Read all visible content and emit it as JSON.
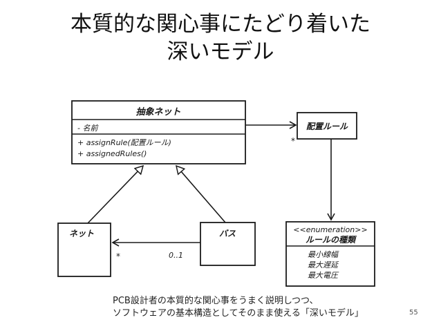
{
  "slide": {
    "title_line1": "本質的な関心事にたどり着いた",
    "title_line2": "深いモデル",
    "caption_line1": "PCB設計者の本質的な関心事をうまく説明しつつ、",
    "caption_line2": "ソフトウェアの基本構造としてそのまま使える「深いモデル」",
    "page_number": "55"
  },
  "diagram": {
    "abstract_net": {
      "name": "抽象ネット",
      "attribute": "- 名前",
      "operation1": "+ assignRule(配置ルール)",
      "operation2": "+ assignedRules()"
    },
    "placement_rule": {
      "name": "配置ルール"
    },
    "rule_kind": {
      "stereotype": "<<enumeration>>",
      "name": "ルールの種類",
      "values": [
        "最小線幅",
        "最大遅延",
        "最大電圧"
      ]
    },
    "net": {
      "name": "ネット"
    },
    "bus": {
      "name": "バス"
    },
    "multiplicity_rule": "*",
    "multiplicity_net": "*",
    "multiplicity_bus": "0..1"
  }
}
